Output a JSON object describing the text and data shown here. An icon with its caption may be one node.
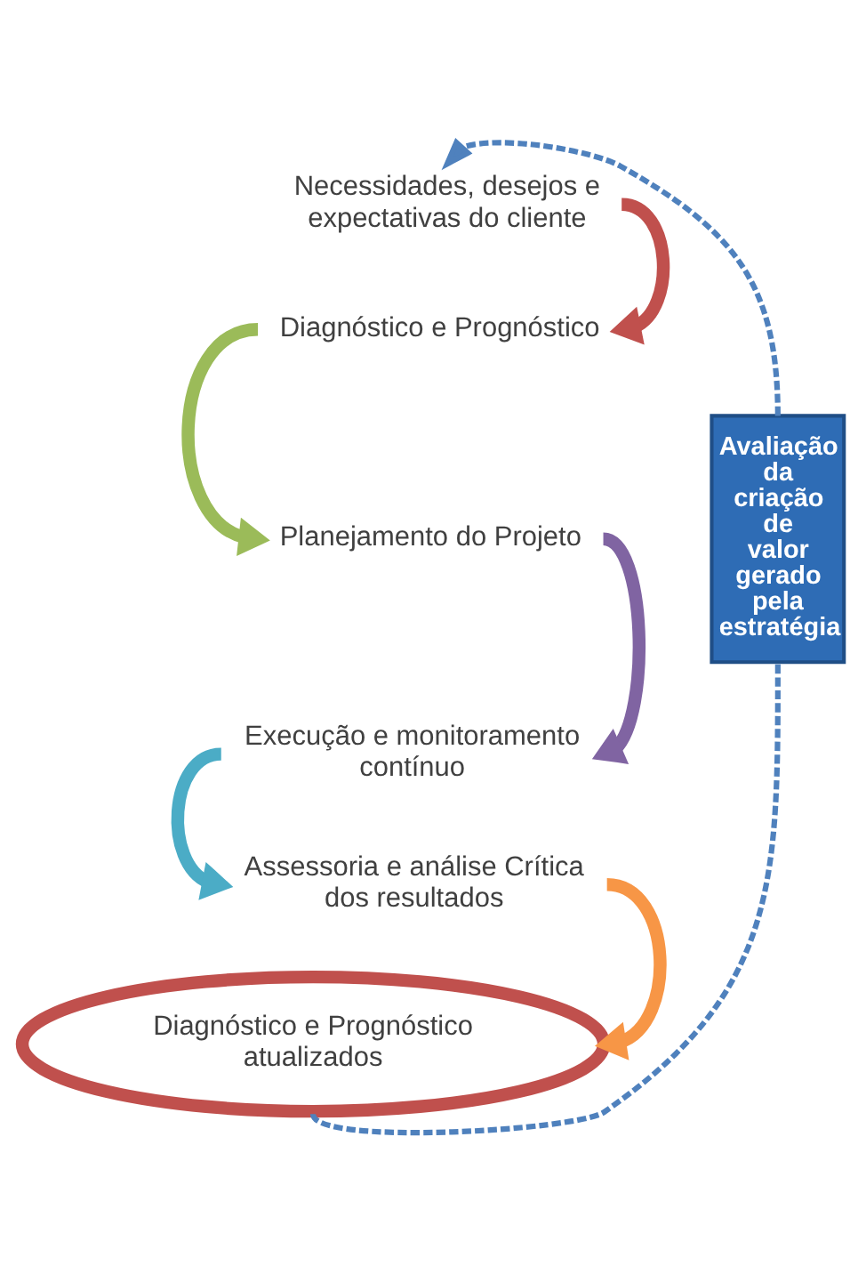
{
  "diagram": {
    "nodes": [
      {
        "text": [
          "Necessidades, desejos e expectativas do cliente"
        ]
      },
      {
        "text": [
          "Diagnóstico e Prognóstico"
        ]
      },
      {
        "text": [
          "Planejamento do Projeto"
        ]
      },
      {
        "text": [
          "Execução e monitoramento contínuo"
        ]
      },
      {
        "text": [
          "Assessoria e análise Crítica dos resultados"
        ]
      },
      {
        "text": [
          "Diagnóstico e Prognóstico atualizados"
        ]
      },
      {
        "text": [
          "Avaliação da criação de valor gerado pela estratégia"
        ]
      }
    ],
    "edges": [
      {
        "from": 0,
        "to": 1,
        "arrow": "to",
        "color": "#c0504d"
      },
      {
        "from": 1,
        "to": 2,
        "arrow": "to",
        "color": "#9bbb59"
      },
      {
        "from": 2,
        "to": 3,
        "arrow": "to",
        "color": "#8064a2"
      },
      {
        "from": 3,
        "to": 4,
        "arrow": "to",
        "color": "#4bacc6"
      },
      {
        "from": 4,
        "to": 5,
        "arrow": "to",
        "color": "#f79646"
      },
      {
        "from": 5,
        "to": 6,
        "arrow": "none",
        "style": "dashed",
        "color": "#4f81bd"
      },
      {
        "from": 6,
        "to": 0,
        "arrow": "to",
        "style": "dashed",
        "color": "#4f81bd"
      }
    ]
  }
}
